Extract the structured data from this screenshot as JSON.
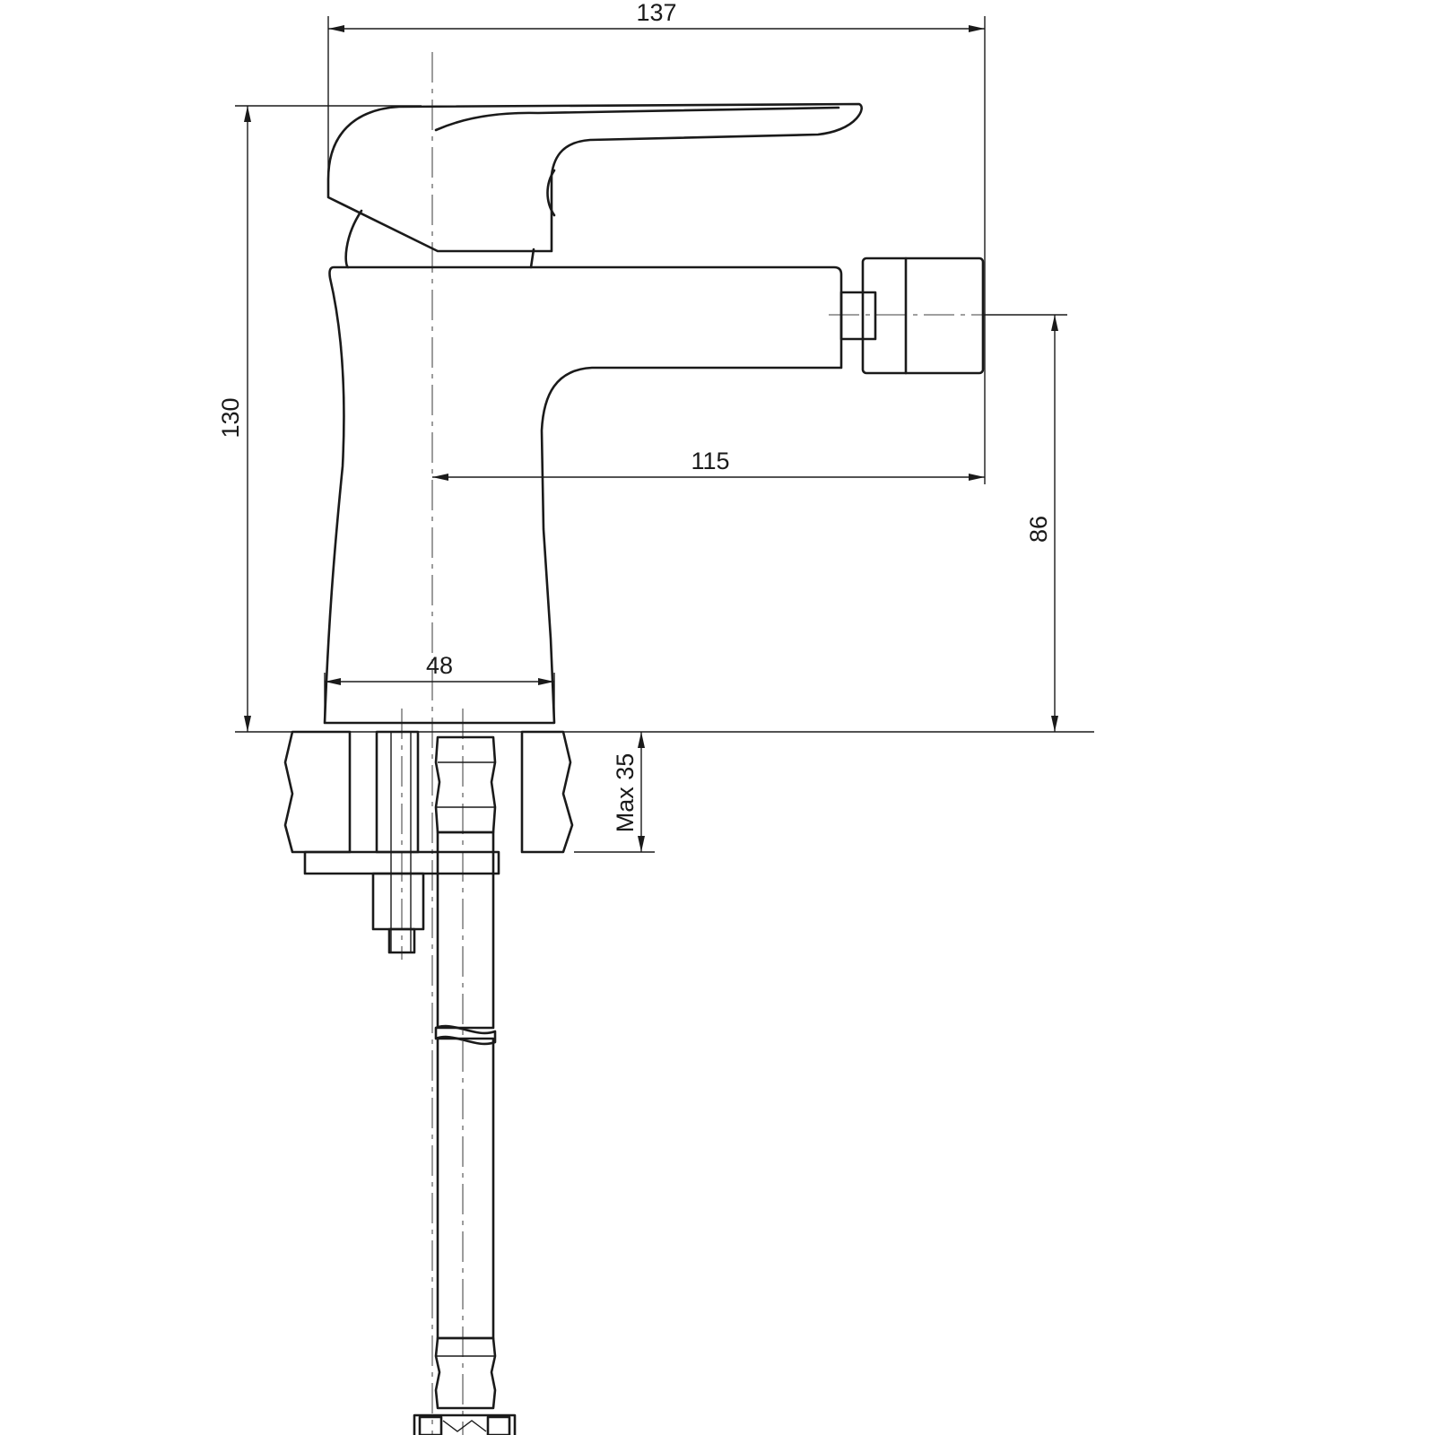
{
  "dimensions": {
    "overall_width": "137",
    "overall_height": "130",
    "spout_reach": "115",
    "spout_height": "86",
    "base_diameter": "48",
    "max_deck_thickness": "Max 35"
  }
}
